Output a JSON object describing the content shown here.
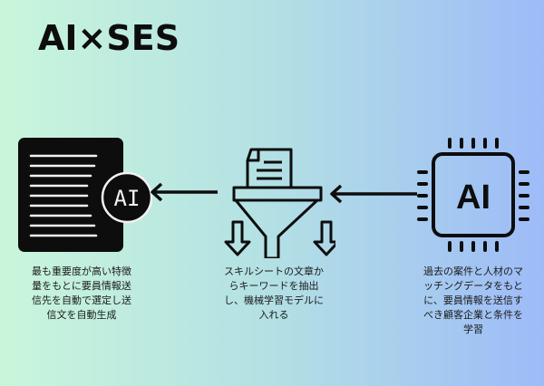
{
  "title": "AI×SES",
  "colors": {
    "gradient_left": "#c9f6db",
    "gradient_mid": "#b3e0e4",
    "gradient_right": "#9dbbf8",
    "ink": "#111111"
  },
  "nodes": [
    {
      "id": "output",
      "icon": "document-ai-icon",
      "badge": "AI",
      "caption_lines": [
        "最も重要度が高い特徴",
        "量をもとに要員情報送",
        "信先を自動で選定し送",
        "信文を自動生成"
      ]
    },
    {
      "id": "extract",
      "icon": "funnel-document-icon",
      "caption_lines": [
        "スキルシートの文章か",
        "らキーワードを抽出",
        "し、機械学習モデルに",
        "入れる"
      ]
    },
    {
      "id": "learn",
      "icon": "ai-chip-icon",
      "badge": "AI",
      "caption_lines": [
        "過去の案件と人材のマ",
        "ッチングデータをもと",
        "に、要員情報を送信す",
        "べき顧客企業と条件を",
        "学習"
      ]
    }
  ],
  "flow": [
    "learn",
    "extract",
    "output"
  ]
}
